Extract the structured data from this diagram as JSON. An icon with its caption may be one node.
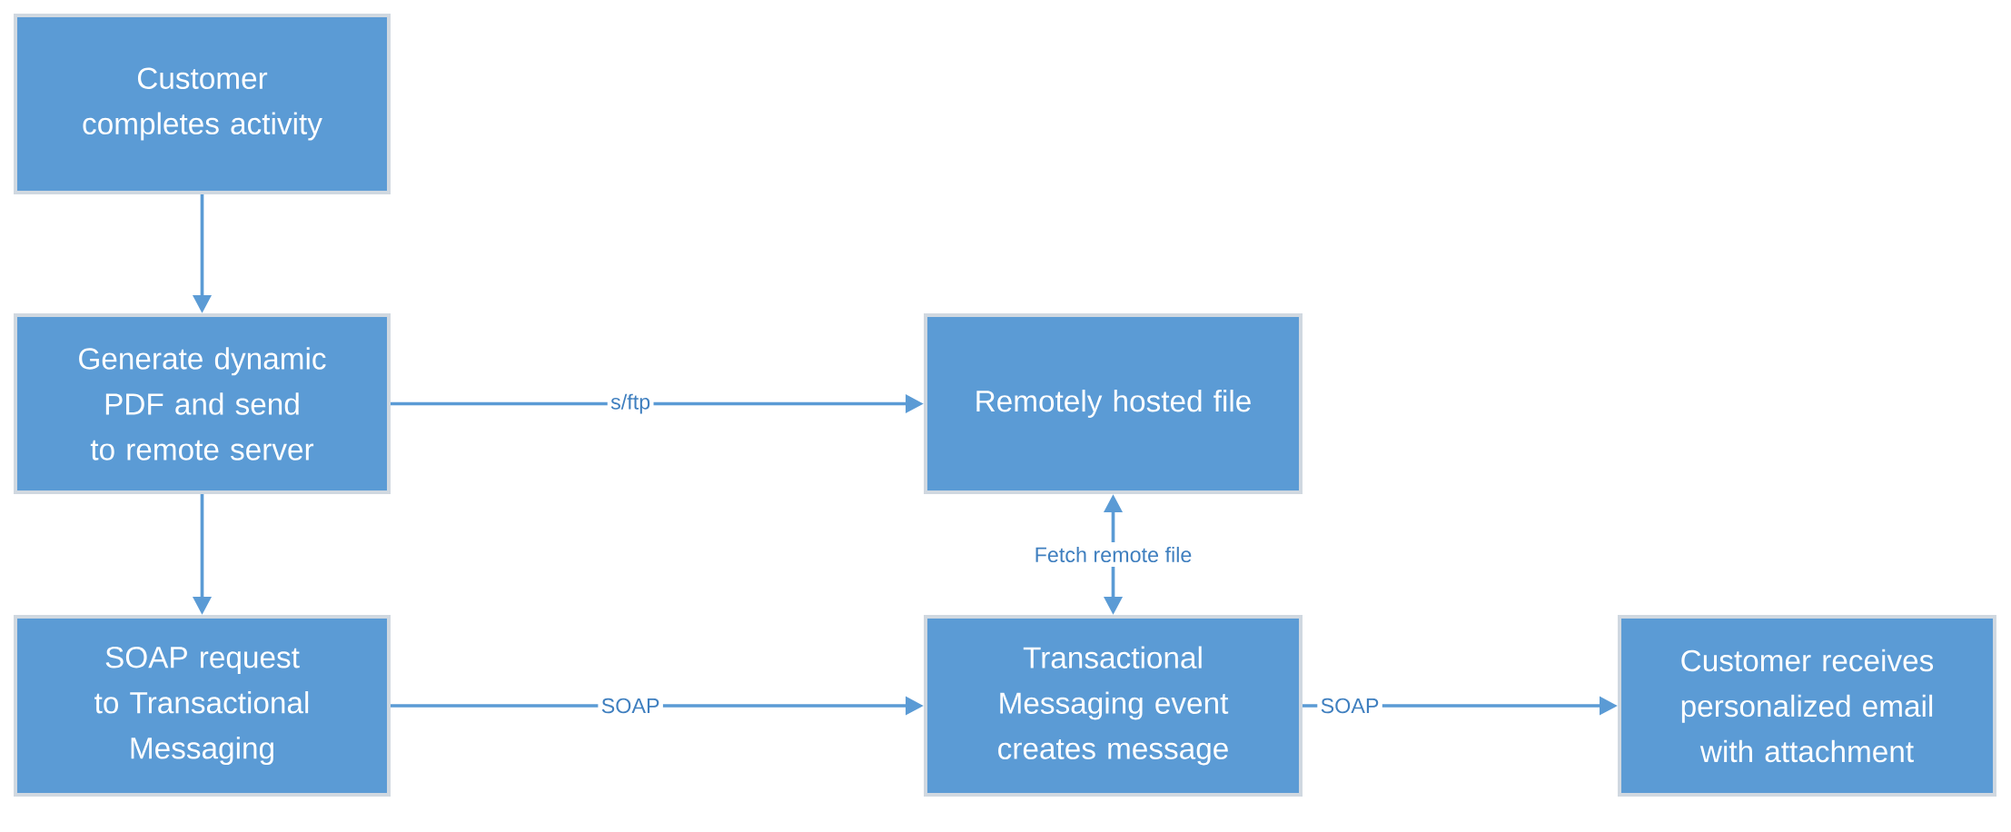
{
  "diagram": {
    "nodes": [
      {
        "text": [
          "Customer completes activity"
        ]
      },
      {
        "text": [
          "Generate dynamic PDF and send to remote server"
        ]
      },
      {
        "text": [
          "Remotely hosted file"
        ]
      },
      {
        "text": [
          "SOAP request to Transactional Messaging"
        ]
      },
      {
        "text": [
          "Transactional Messaging event creates message"
        ]
      },
      {
        "text": [
          "Customer receives personalized email with attachment"
        ]
      }
    ],
    "edges": [
      {
        "from": 0,
        "to": 1,
        "arrow": "to"
      },
      {
        "from": 1,
        "to": 2,
        "arrow": "to",
        "label": "s/ftp"
      },
      {
        "from": 1,
        "to": 3,
        "arrow": "to"
      },
      {
        "from": 4,
        "to": 2,
        "arrow": "both",
        "label": "Fetch remote file"
      },
      {
        "from": 3,
        "to": 4,
        "arrow": "to",
        "label": "SOAP"
      },
      {
        "from": 4,
        "to": 5,
        "arrow": "to",
        "label": "SOAP"
      }
    ]
  }
}
